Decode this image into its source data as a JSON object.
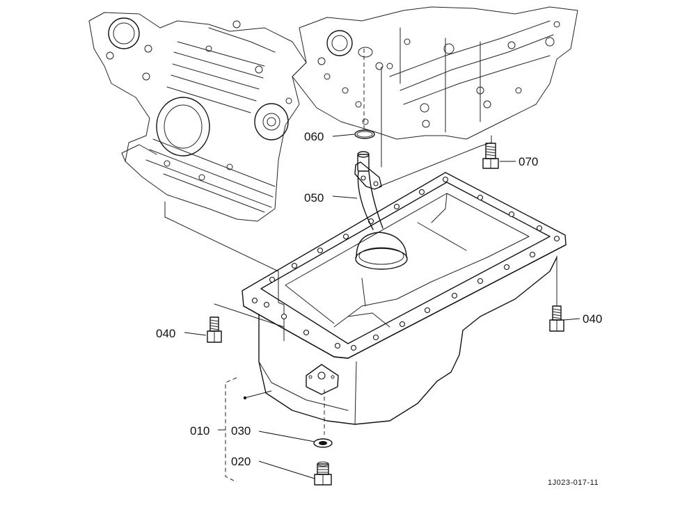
{
  "diagram": {
    "labels": {
      "p060": "060",
      "p070": "070",
      "p050": "050",
      "p040_left": "040",
      "p040_right": "040",
      "p010": "010",
      "p030": "030",
      "p020": "020"
    },
    "reference_code": "1J023-017-11"
  }
}
